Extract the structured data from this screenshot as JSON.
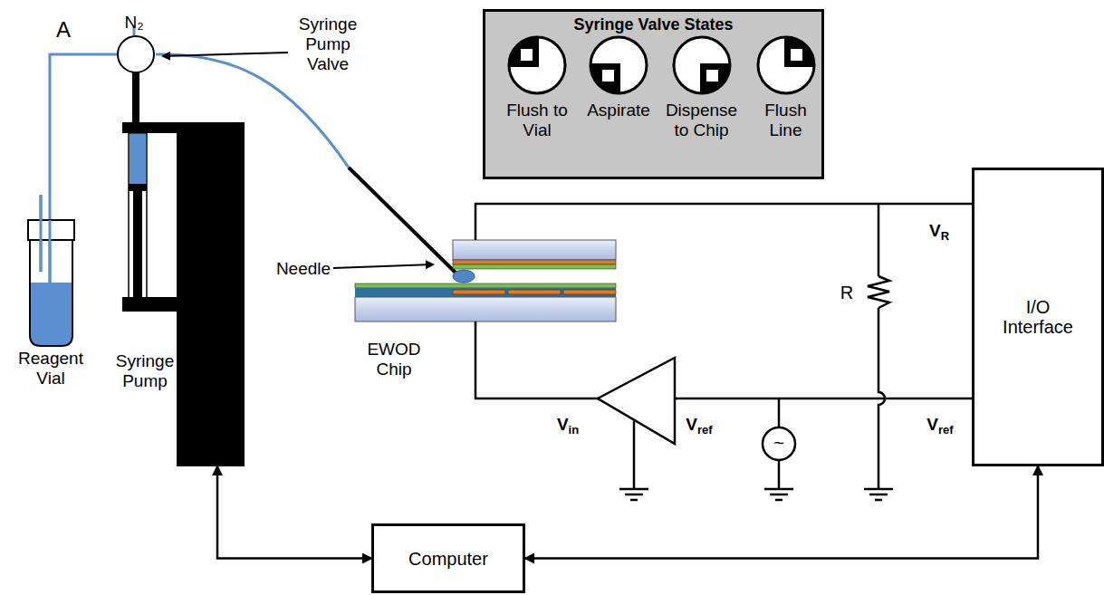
{
  "diagram": {
    "nodes": [
      {
        "text": [
          "Syringe Pump"
        ]
      },
      {
        "text": [
          "Syringe Valve States"
        ]
      },
      {
        "text": [
          "Flush to Vial"
        ],
        "in": 1
      },
      {
        "text": [
          "Aspirate"
        ],
        "in": 1
      },
      {
        "text": [
          "Dispense to Chip"
        ],
        "in": 1
      },
      {
        "text": [
          "Flush Line"
        ],
        "in": 1
      },
      {
        "text": [
          "I/O Interface"
        ]
      },
      {
        "text": [
          "Computer"
        ]
      }
    ],
    "edges": [
      {
        "from": 7,
        "to": 0,
        "arrow": "both"
      },
      {
        "from": 7,
        "to": 6,
        "arrow": "both"
      }
    ],
    "labels": [
      "A",
      "N₂",
      "Syringe Pump Valve",
      "Reagent Vial",
      "Needle",
      "EWOD Chip",
      "VR",
      "R",
      "Vin",
      "Vref",
      "~",
      "Vref"
    ]
  }
}
